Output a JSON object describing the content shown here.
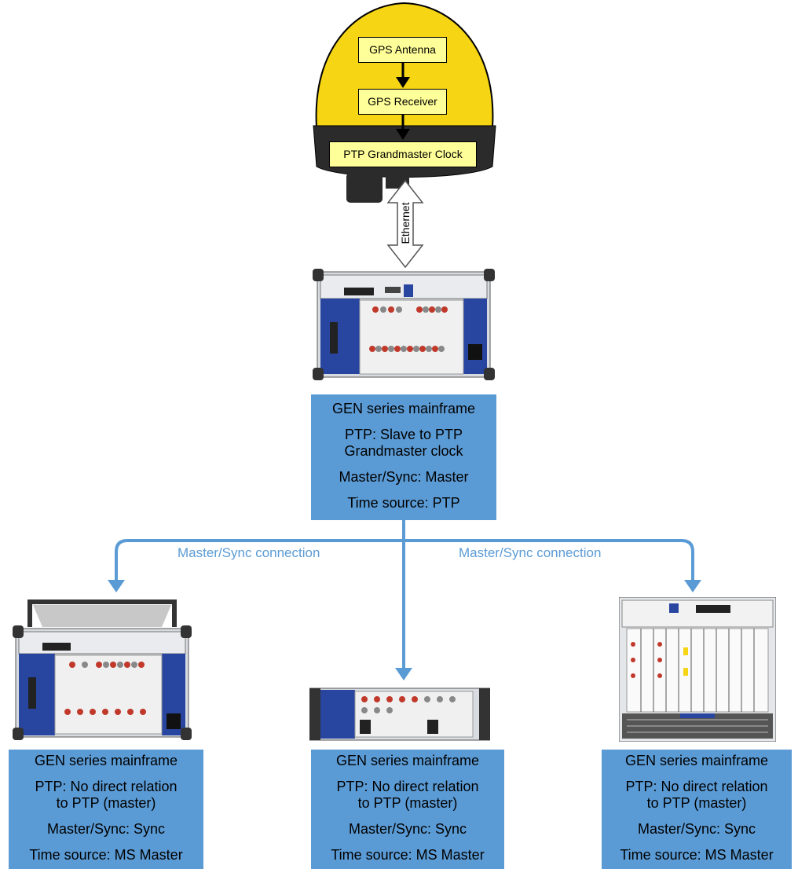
{
  "gps_unit": {
    "antenna_label": "GPS Antenna",
    "receiver_label": "GPS Receiver",
    "clock_label": "PTP Grandmaster Clock"
  },
  "ethernet_label": "Ethernet",
  "master": {
    "lines": [
      "GEN series mainframe",
      "PTP: Slave to PTP\nGrandmaster clock",
      "Master/Sync: Master",
      "Time source: PTP"
    ]
  },
  "connections": {
    "left_label": "Master/Sync connection",
    "right_label": "Master/Sync connection"
  },
  "slaves": [
    {
      "lines": [
        "GEN series mainframe",
        "PTP: No direct relation\nto PTP (master)",
        "Master/Sync: Sync",
        "Time source: MS Master"
      ]
    },
    {
      "lines": [
        "GEN series mainframe",
        "PTP: No direct relation\nto PTP (master)",
        "Master/Sync: Sync",
        "Time source: MS Master"
      ]
    },
    {
      "lines": [
        "GEN series mainframe",
        "PTP: No direct relation\nto PTP (master)",
        "Master/Sync: Sync",
        "Time source: MS Master"
      ]
    }
  ],
  "colors": {
    "box_blue": "#5b9bd5",
    "dome_yellow": "#f5d514",
    "label_yellow": "#ffff99",
    "device_blue": "#2846a0"
  }
}
